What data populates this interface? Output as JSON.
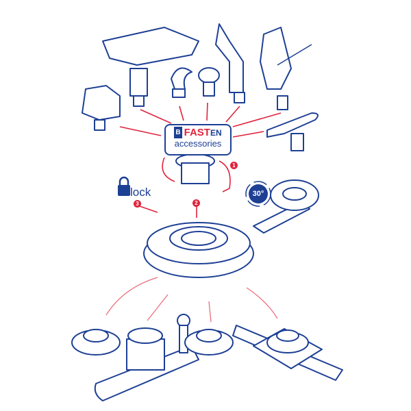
{
  "logo": {
    "mark": "B",
    "brand_red": "FAST",
    "brand_blue": "EN",
    "subtitle": "accessories"
  },
  "labels": {
    "lock": "lock",
    "rotation": "30°"
  },
  "steps": [
    "1",
    "2",
    "3"
  ],
  "colors": {
    "line": "#1d3f94",
    "arrow": "#e0233c",
    "arrow_light": "#ec6f7e"
  }
}
